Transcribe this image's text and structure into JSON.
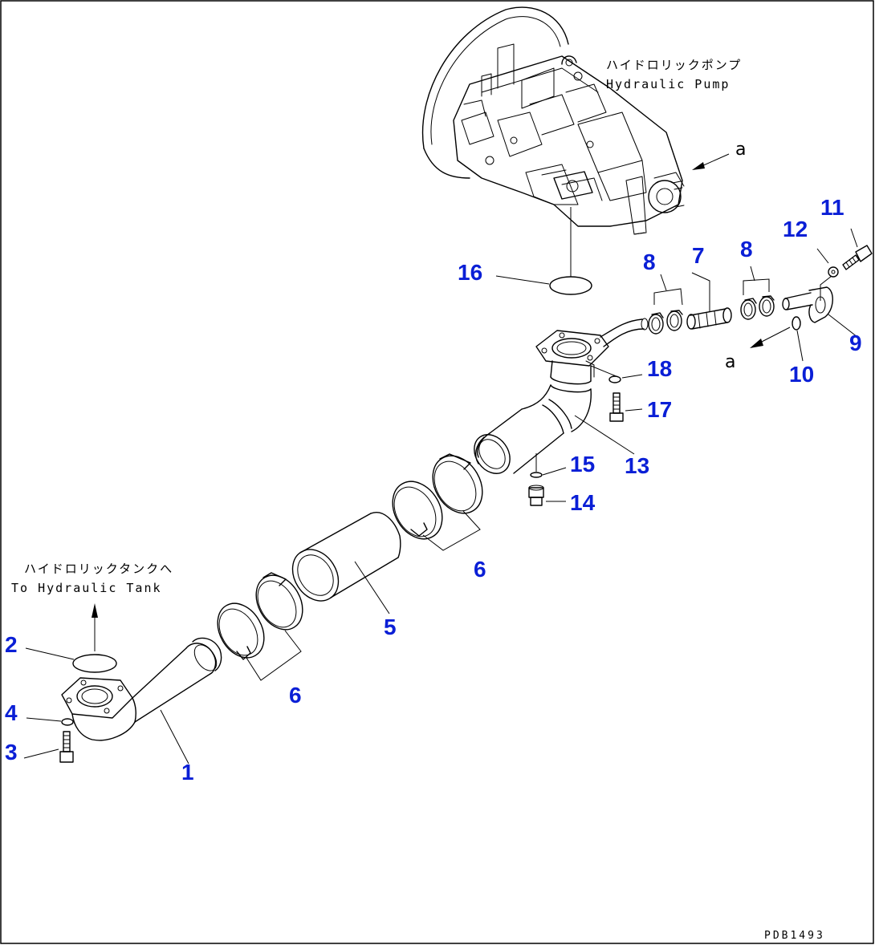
{
  "labels": {
    "pump_jp": "ハイドロリックポンプ",
    "pump_en": "Hydraulic Pump",
    "tank_jp": "ハイドロリックタンクへ",
    "tank_en": "To Hydraulic Tank",
    "view_a_top": "a",
    "view_a_side": "a",
    "drawing_code": "PDB1493"
  },
  "callouts": [
    {
      "id": "c1",
      "text": "1"
    },
    {
      "id": "c2",
      "text": "2"
    },
    {
      "id": "c3",
      "text": "3"
    },
    {
      "id": "c4",
      "text": "4"
    },
    {
      "id": "c5",
      "text": "5"
    },
    {
      "id": "c6a",
      "text": "6"
    },
    {
      "id": "c6b",
      "text": "6"
    },
    {
      "id": "c7",
      "text": "7"
    },
    {
      "id": "c8a",
      "text": "8"
    },
    {
      "id": "c8b",
      "text": "8"
    },
    {
      "id": "c9",
      "text": "9"
    },
    {
      "id": "c10",
      "text": "10"
    },
    {
      "id": "c11",
      "text": "11"
    },
    {
      "id": "c12",
      "text": "12"
    },
    {
      "id": "c13",
      "text": "13"
    },
    {
      "id": "c14",
      "text": "14"
    },
    {
      "id": "c15",
      "text": "15"
    },
    {
      "id": "c16",
      "text": "16"
    },
    {
      "id": "c17",
      "text": "17"
    },
    {
      "id": "c18",
      "text": "18"
    }
  ],
  "colors": {
    "callout": "#0a1fd6",
    "line": "#000000",
    "background": "#ffffff"
  }
}
